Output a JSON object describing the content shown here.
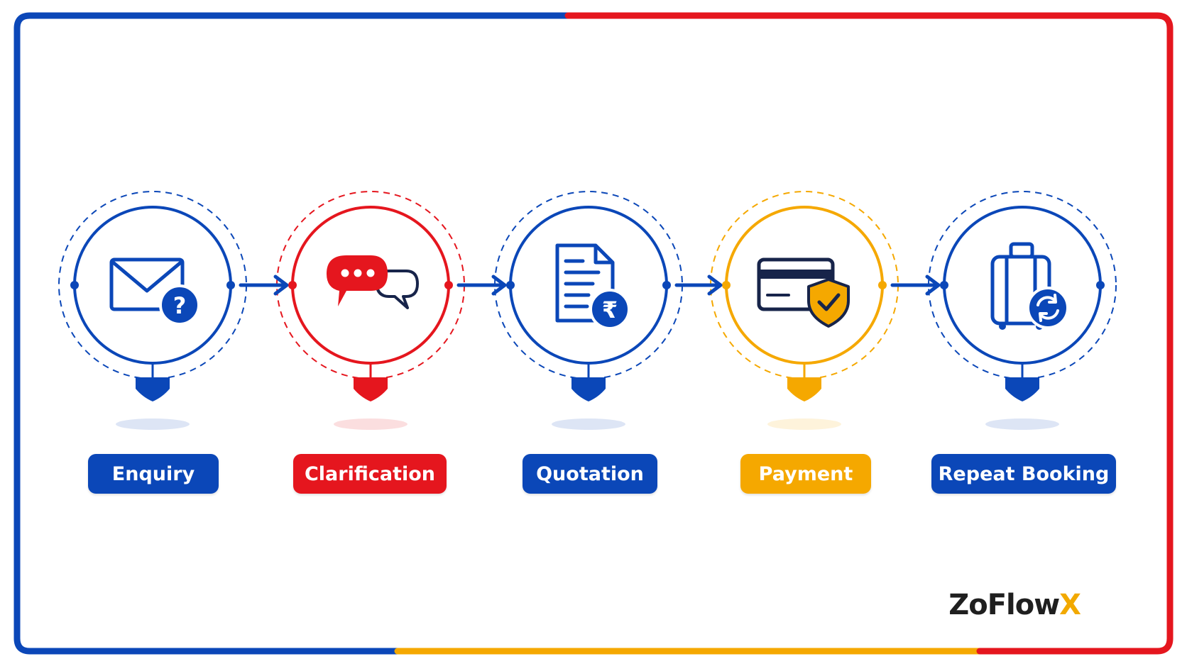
{
  "colors": {
    "blue": "#0b47b8",
    "red": "#e5161e",
    "amber": "#f5a800",
    "navy": "#17244a",
    "border_blue": "#0b47b8",
    "border_red": "#e5161e",
    "border_amber": "#f5a800"
  },
  "steps": [
    {
      "label": "Enquiry",
      "color": "#0b47b8",
      "icon": "envelope-question-icon"
    },
    {
      "label": "Clarification",
      "color": "#e5161e",
      "icon": "chat-bubbles-icon"
    },
    {
      "label": "Quotation",
      "color": "#0b47b8",
      "icon": "document-rupee-icon"
    },
    {
      "label": "Payment",
      "color": "#f5a800",
      "icon": "credit-card-shield-icon"
    },
    {
      "label": "Repeat Booking",
      "color": "#0b47b8",
      "icon": "luggage-repeat-icon"
    }
  ],
  "brand": {
    "name_main": "ZoFlow",
    "name_accent": "X"
  }
}
